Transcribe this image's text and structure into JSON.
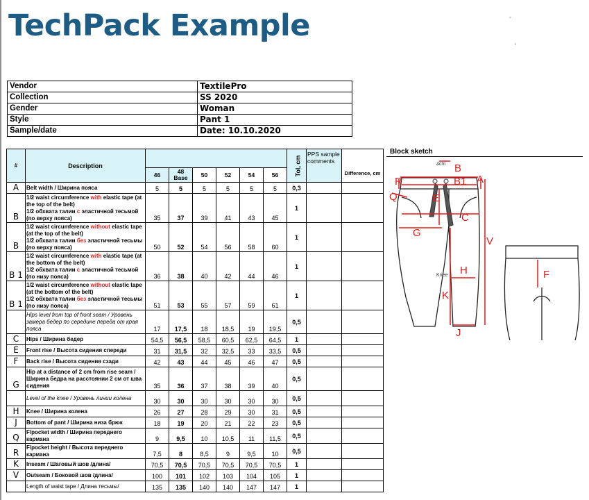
{
  "title": "TechPack Example",
  "vendor_info": [
    {
      "label": "Vendor",
      "value": "TextilePro"
    },
    {
      "label": "Collection",
      "value": "SS 2020"
    },
    {
      "label": "Gender",
      "value": "Woman"
    },
    {
      "label": "Style",
      "value": "Pant 1"
    },
    {
      "label": "Sample/date",
      "value": "Date: 10.10.2020"
    }
  ],
  "spec": {
    "headers": {
      "number": "#",
      "description": "Description",
      "tolerance": "Tol, cm",
      "pps": "PPS sample comments",
      "difference": "Difference, cm",
      "sizes": [
        "46",
        "48",
        "52",
        "54",
        "56"
      ],
      "base_size_label": "Base",
      "size_50": "50"
    },
    "rows": [
      {
        "letter": "A",
        "desc": "Belt width / Ширина пояса",
        "values": [
          "5",
          "5",
          "5",
          "5",
          "5",
          "5"
        ],
        "tol": "0,3"
      },
      {
        "letter": "B",
        "desc_parts": [
          "1/2 waist circumference ",
          "with",
          " elastic tape (at the top of the belt)",
          "1/2 обхвата талии ",
          "с",
          " эластичной тесьмой (по верху пояса)"
        ],
        "values": [
          "35",
          "37",
          "39",
          "41",
          "43",
          "45"
        ],
        "tol": "1"
      },
      {
        "letter": "B",
        "desc_parts": [
          "1/2 waist circumference ",
          "without",
          " elastic tape (at the top of the belt)",
          "1/2 обхвата талии ",
          "без",
          " эластичной тесьмы (по верху пояса)"
        ],
        "values": [
          "50",
          "52",
          "54",
          "56",
          "58",
          "60"
        ],
        "tol": "1"
      },
      {
        "letter": "B 1",
        "desc_parts": [
          "1/2 waist circumference ",
          "with",
          " elastic tape (at the bottom of the belt)",
          "1/2 обхвата талии ",
          "с",
          " эластичной тесьмой (по низу пояса)"
        ],
        "values": [
          "36",
          "38",
          "40",
          "42",
          "44",
          "46"
        ],
        "tol": "1"
      },
      {
        "letter": "B 1",
        "desc_parts": [
          "1/2 waist circumference ",
          "without",
          " elastic tape (at the bottom of the belt)",
          "1/2 обхвата талии ",
          "без",
          " эластичной тесьмы (по низу пояса)"
        ],
        "values": [
          "51",
          "53",
          "55",
          "57",
          "59",
          "61"
        ],
        "tol": "1"
      },
      {
        "letter": "",
        "desc": "Hips level from top of front seam / Уровень замера бедер по середине переда от края пояса",
        "style": "italic",
        "values": [
          "17",
          "17,5",
          "18",
          "18,5",
          "19",
          "19,5"
        ],
        "tol": "0,5"
      },
      {
        "letter": "C",
        "desc": "Hips / Ширина бедер",
        "values": [
          "54,5",
          "56,5",
          "58,5",
          "60,5",
          "62,5",
          "64,5"
        ],
        "tol": "1"
      },
      {
        "letter": "E",
        "desc": "Front rise / Высота сидения спереди",
        "values": [
          "31",
          "31,5",
          "32",
          "32,5",
          "33",
          "33,5"
        ],
        "tol": "0,5"
      },
      {
        "letter": "F",
        "desc": "Back rise / Высота сидения сзади",
        "values": [
          "42",
          "43",
          "44",
          "45",
          "46",
          "47"
        ],
        "tol": "0,5"
      },
      {
        "letter": "G",
        "desc": "Hip at a distance of 2 cm from rise seam / Ширина бедра на расстоянии 2 см от шва сидения",
        "values": [
          "35",
          "36",
          "37",
          "38",
          "39",
          "40"
        ],
        "tol": "0,5"
      },
      {
        "letter": "",
        "desc": "Level of the knee / Уровень линии колена",
        "style": "italic",
        "values": [
          "30",
          "30",
          "30",
          "30",
          "30",
          "30"
        ],
        "tol": "0,5"
      },
      {
        "letter": "H",
        "desc": "Knee / Ширина колена",
        "values": [
          "26",
          "27",
          "28",
          "29",
          "30",
          "31"
        ],
        "tol": "0,5"
      },
      {
        "letter": "J",
        "desc": "Bottom of pant / Ширина низа брюк",
        "values": [
          "18",
          "19",
          "20",
          "21",
          "22",
          "23"
        ],
        "tol": "0,5"
      },
      {
        "letter": "Q",
        "desc": "F/pocket width / Ширина переднего кармана",
        "values": [
          "9",
          "9,5",
          "10",
          "10,5",
          "11",
          "11,5"
        ],
        "tol": "0,5"
      },
      {
        "letter": "R",
        "desc": "F/pocket height / Высота переднего кармана",
        "values": [
          "7,5",
          "8",
          "8,5",
          "9",
          "9,5",
          "10"
        ],
        "tol": "0,5"
      },
      {
        "letter": "K",
        "desc": "Inseam / Шаговый шов /длина/",
        "values": [
          "70,5",
          "70,5",
          "70,5",
          "70,5",
          "70,5",
          "70,5"
        ],
        "tol": "1"
      },
      {
        "letter": "V",
        "desc": "Outseam / Боковой шов /длина/",
        "values": [
          "100",
          "101",
          "102",
          "103",
          "104",
          "105"
        ],
        "tol": "1"
      },
      {
        "letter": "",
        "desc": "Length of waist tape / Длина тесьмы/",
        "style": "plain",
        "values": [
          "135",
          "135",
          "140",
          "140",
          "147",
          "147"
        ],
        "tol": "1"
      }
    ]
  },
  "sketch": {
    "title": "Block sketch",
    "labels": {
      "a": "A",
      "b": "B",
      "b1": "B1",
      "c": "C",
      "e": "E",
      "f": "F",
      "g": "G",
      "h": "H",
      "j": "J",
      "k": "K",
      "q": "Q",
      "r": "R",
      "v": "V",
      "four_cm": "4cm",
      "knee": "Knee"
    }
  },
  "colors": {
    "title": "#1d5c84",
    "header_fill": "#d7f3f7",
    "emphasis_red": "#e31b1b",
    "measure_red": "#e31b1b"
  }
}
